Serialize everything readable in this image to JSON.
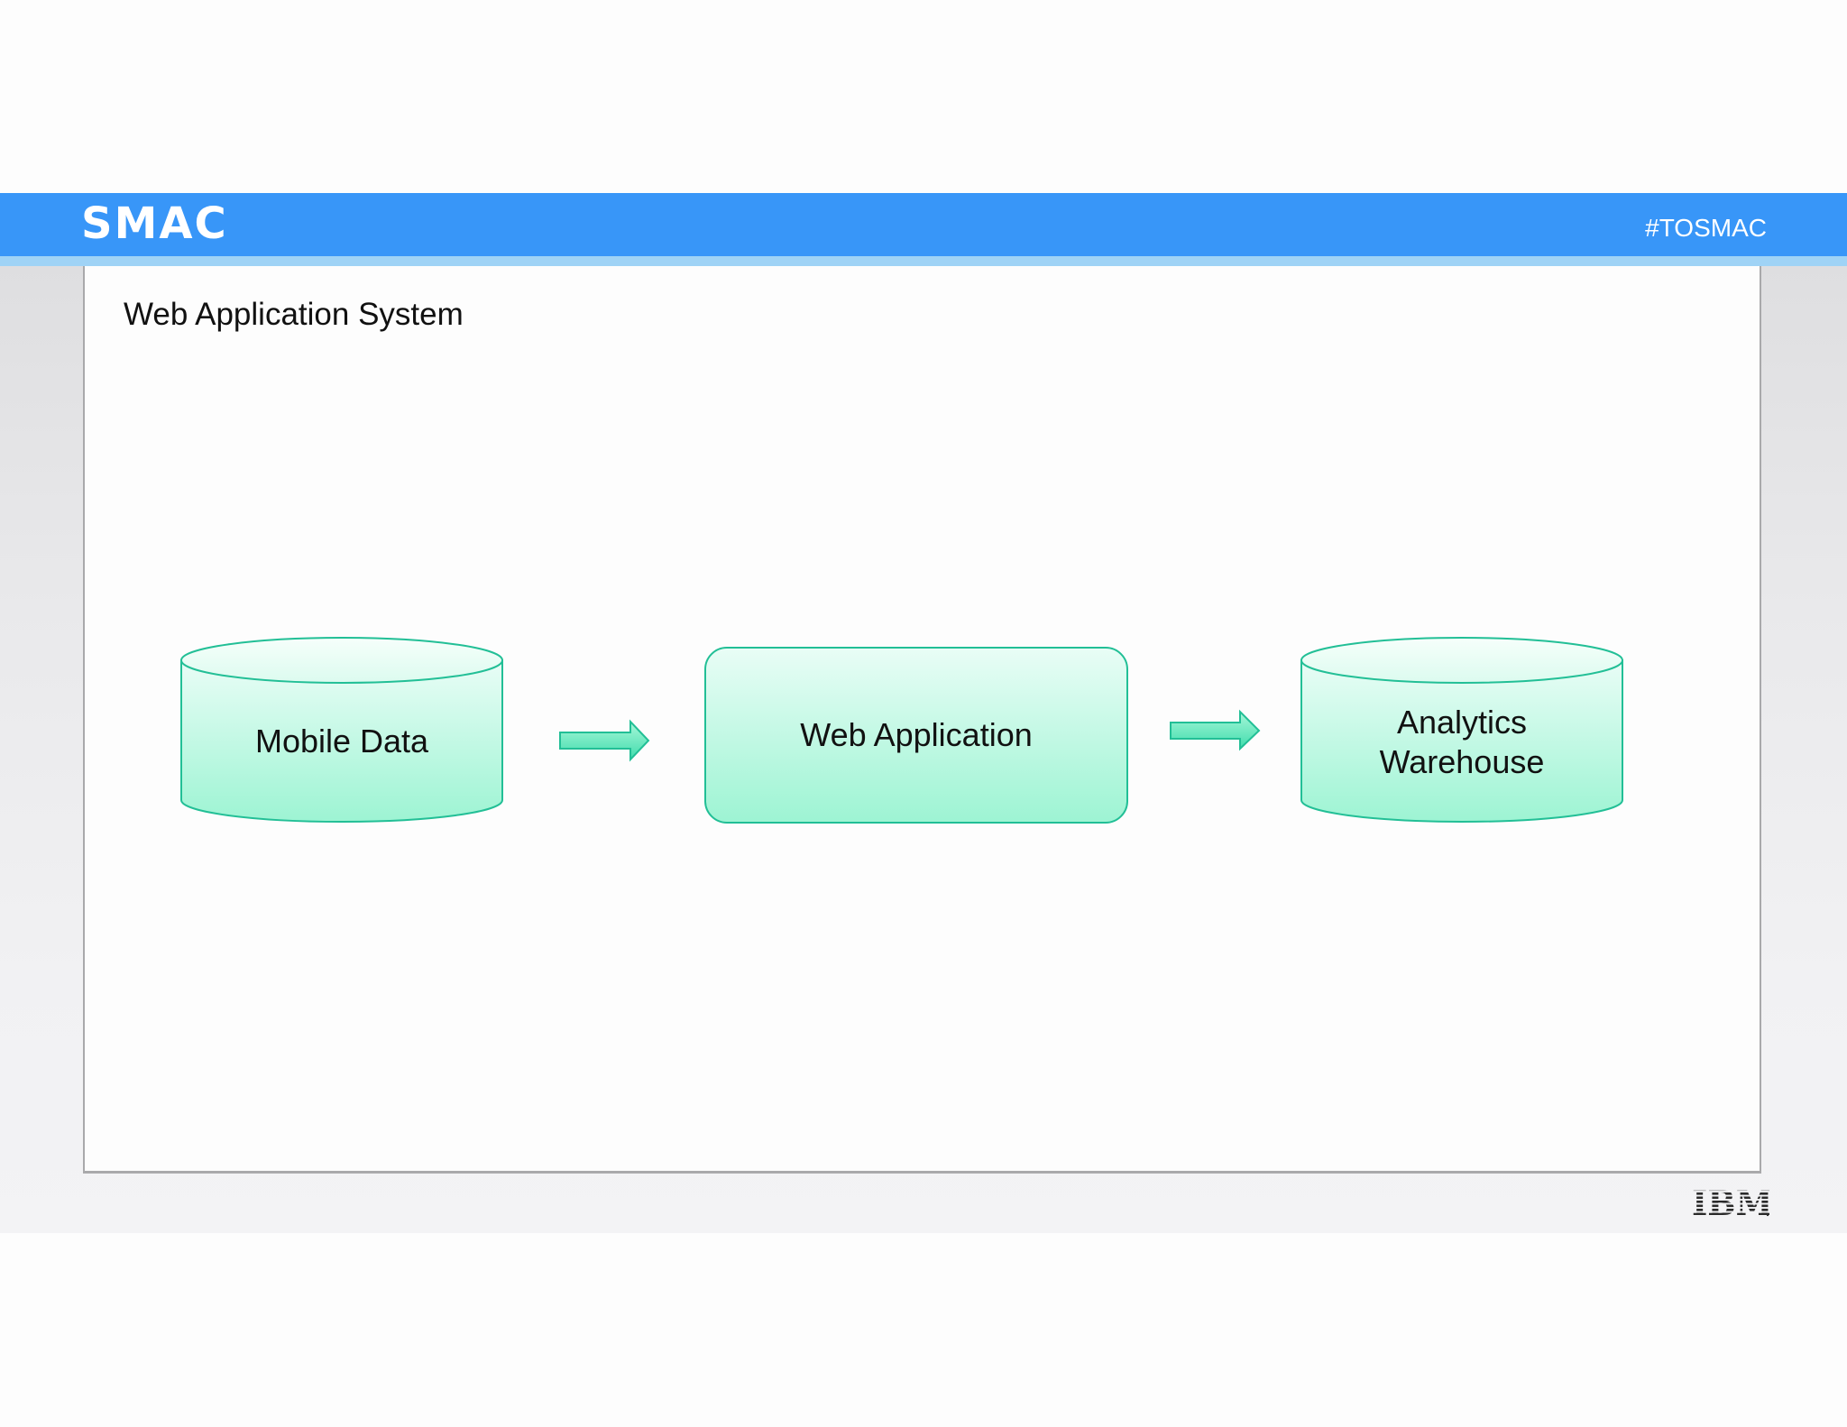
{
  "header": {
    "logo_text": "SMAC",
    "hashtag": "#TOSMAC",
    "bar_color": "#3896f8"
  },
  "slide": {
    "title": "Web Application System"
  },
  "diagram": {
    "nodes": [
      {
        "id": "mobile-data",
        "shape": "cylinder",
        "label_lines": [
          "Mobile Data"
        ]
      },
      {
        "id": "web-application",
        "shape": "rounded-rectangle",
        "label_lines": [
          "Web Application"
        ]
      },
      {
        "id": "analytics-warehouse",
        "shape": "cylinder",
        "label_lines": [
          "Analytics",
          "Warehouse"
        ]
      }
    ],
    "edges": [
      {
        "from": "mobile-data",
        "to": "web-application"
      },
      {
        "from": "web-application",
        "to": "analytics-warehouse"
      }
    ],
    "fill_color": "#a9f5da",
    "stroke_color": "#22bf96"
  },
  "footer": {
    "brand": "IBM"
  }
}
